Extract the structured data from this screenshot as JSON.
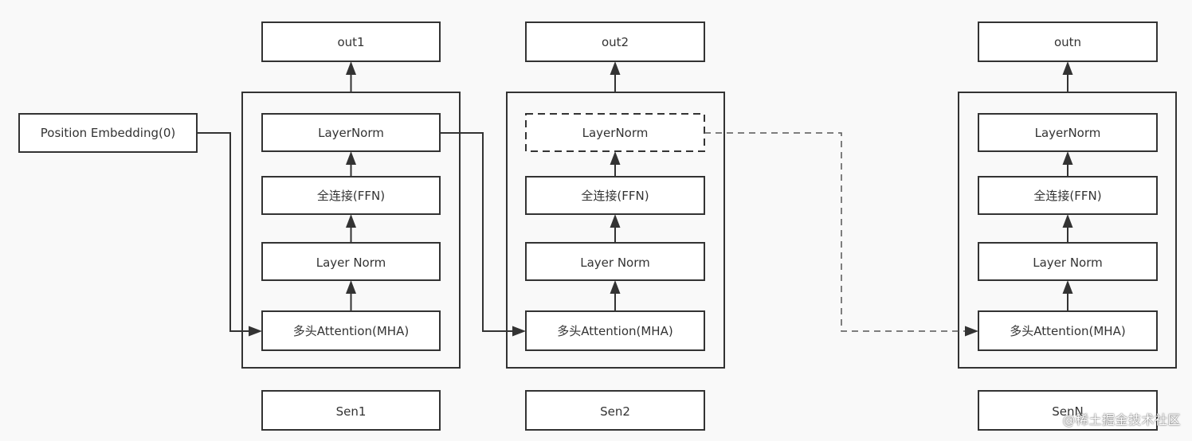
{
  "columns": [
    {
      "id": "col1",
      "output": "out1",
      "layers": [
        "LayerNorm",
        "全连接(FFN)",
        "Layer Norm",
        "多头Attention(MHA)"
      ],
      "input": "Sen1"
    },
    {
      "id": "col2",
      "output": "out2",
      "layers": [
        "LayerNorm",
        "全连接(FFN)",
        "Layer Norm",
        "多头Attention(MHA)"
      ],
      "input": "Sen2"
    },
    {
      "id": "colN",
      "output": "outn",
      "layers": [
        "LayerNorm",
        "全连接(FFN)",
        "Layer Norm",
        "多头Attention(MHA)"
      ],
      "input": "SenN"
    }
  ],
  "position_embedding": "Position Embedding(0)",
  "dashed_box": "col2 LayerNorm",
  "watermark": "@稀土掘金技术社区",
  "colors": {
    "background": "#f9f9f9",
    "stroke": "#333333",
    "box_fill": "#ffffff"
  }
}
